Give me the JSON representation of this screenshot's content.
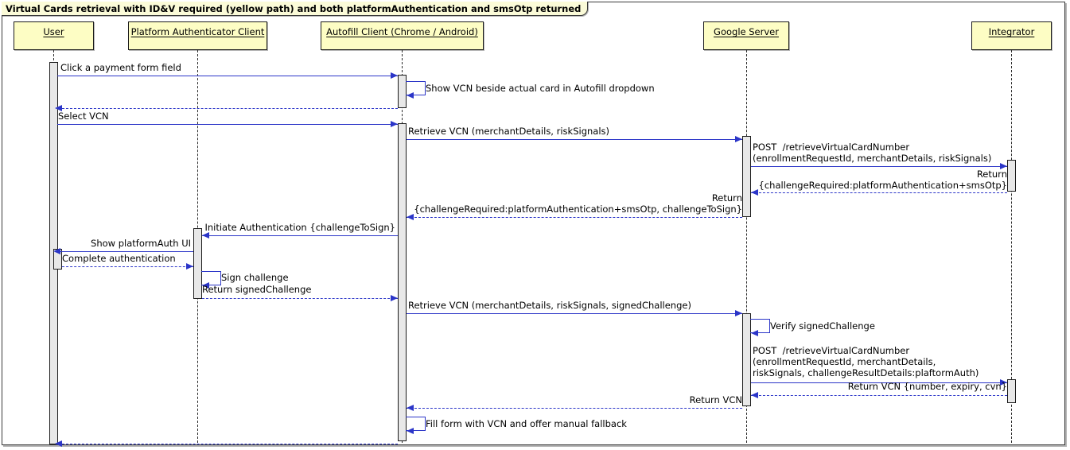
{
  "diagram": {
    "type": "uml-sequence-diagram",
    "title": "Virtual Cards retrieval with ID&V required (yellow path) and both platformAuthentication and smsOtp returned",
    "colors": {
      "participant_fill": "#fdfdc4",
      "participant_border": "#1b1b1b",
      "arrow": "#2b35c8",
      "activation_fill": "#e8e8e8",
      "title_fill": "#fbfbd8",
      "background": "#ffffff"
    },
    "participants": [
      {
        "id": "user",
        "label": "User"
      },
      {
        "id": "platform_authenticator_client",
        "label": "Platform Authenticator Client"
      },
      {
        "id": "autofill_client",
        "label": "Autofill Client (Chrome / Android)"
      },
      {
        "id": "google_server",
        "label": "Google Server"
      },
      {
        "id": "integrator",
        "label": "Integrator"
      }
    ],
    "messages": [
      {
        "n": 1,
        "from": "user",
        "to": "autofill_client",
        "kind": "sync",
        "text": "Click a payment form field"
      },
      {
        "n": 2,
        "from": "autofill_client",
        "to": "autofill_client",
        "kind": "self",
        "text": "Show VCN beside actual card in Autofill dropdown"
      },
      {
        "n": 3,
        "from": "autofill_client",
        "to": "user",
        "kind": "return",
        "text": ""
      },
      {
        "n": 4,
        "from": "user",
        "to": "autofill_client",
        "kind": "sync",
        "text": "Select VCN"
      },
      {
        "n": 5,
        "from": "autofill_client",
        "to": "google_server",
        "kind": "sync",
        "text": "Retrieve VCN (merchantDetails, riskSignals)"
      },
      {
        "n": 6,
        "from": "google_server",
        "to": "integrator",
        "kind": "sync",
        "text": "POST  /retrieveVirtualCardNumber\n(enrollmentRequestId, merchantDetails, riskSignals)"
      },
      {
        "n": 7,
        "from": "integrator",
        "to": "google_server",
        "kind": "return",
        "text": "Return\n{challengeRequired:platformAuthentication+smsOtp}"
      },
      {
        "n": 8,
        "from": "google_server",
        "to": "autofill_client",
        "kind": "return",
        "text": "Return\n{challengeRequired:platformAuthentication+smsOtp, challengeToSign}"
      },
      {
        "n": 9,
        "from": "autofill_client",
        "to": "platform_authenticator_client",
        "kind": "sync",
        "text": "Initiate Authentication {challengeToSign}"
      },
      {
        "n": 10,
        "from": "platform_authenticator_client",
        "to": "user",
        "kind": "sync",
        "text": "Show platformAuth UI"
      },
      {
        "n": 11,
        "from": "user",
        "to": "platform_authenticator_client",
        "kind": "return",
        "text": "Complete authentication"
      },
      {
        "n": 12,
        "from": "platform_authenticator_client",
        "to": "platform_authenticator_client",
        "kind": "self",
        "text": "Sign challenge"
      },
      {
        "n": 13,
        "from": "platform_authenticator_client",
        "to": "autofill_client",
        "kind": "return",
        "text": "Return signedChallenge"
      },
      {
        "n": 14,
        "from": "autofill_client",
        "to": "google_server",
        "kind": "sync",
        "text": "Retrieve VCN (merchantDetails, riskSignals, signedChallenge)"
      },
      {
        "n": 15,
        "from": "google_server",
        "to": "google_server",
        "kind": "self",
        "text": "Verify signedChallenge"
      },
      {
        "n": 16,
        "from": "google_server",
        "to": "integrator",
        "kind": "sync",
        "text": "POST  /retrieveVirtualCardNumber\n(enrollmentRequestId, merchantDetails,\nriskSignals, challengeResultDetails:plaftormAuth)"
      },
      {
        "n": 17,
        "from": "integrator",
        "to": "google_server",
        "kind": "return",
        "text": "Return VCN {number, expiry, cvn}"
      },
      {
        "n": 18,
        "from": "google_server",
        "to": "autofill_client",
        "kind": "return",
        "text": "Return VCN"
      },
      {
        "n": 19,
        "from": "autofill_client",
        "to": "autofill_client",
        "kind": "self",
        "text": "Fill form with VCN and offer manual fallback"
      },
      {
        "n": 20,
        "from": "autofill_client",
        "to": "user",
        "kind": "return",
        "text": ""
      }
    ]
  }
}
